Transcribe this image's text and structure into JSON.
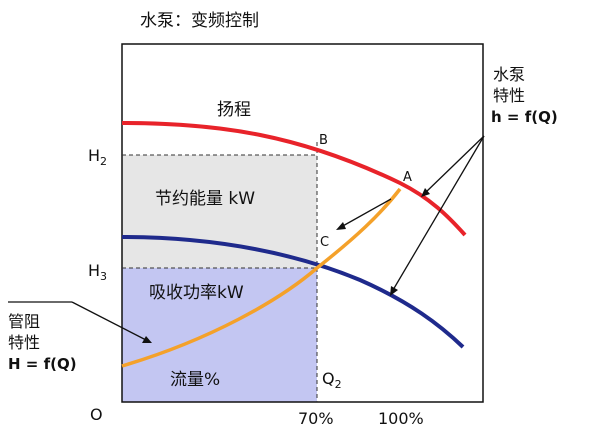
{
  "title": "水泵：变频控制",
  "labels": {
    "head": "扬程",
    "saved_energy": "节约能量 kW",
    "absorbed_power": "吸收功率kW",
    "flow": "流量%",
    "h2_main": "H",
    "h2_sub": "2",
    "h3_main": "H",
    "h3_sub": "3",
    "q2_main": "Q",
    "q2_sub": "2",
    "origin": "O",
    "pct70": "70%",
    "pct100": "100%",
    "point_a": "A",
    "point_b": "B",
    "point_c": "C"
  },
  "pump_characteristic": {
    "line1": "水泵",
    "line2": "特性",
    "line3": "h = f(Q)"
  },
  "pipe_characteristic": {
    "line1": "管阻",
    "line2": "特性",
    "line3": "H = f(Q)"
  },
  "colors": {
    "pump_curve_full": "#e8232a",
    "pump_curve_reduced": "#1f2a8c",
    "pipe_curve": "#f4a12a",
    "saved_area": "#e6e6e6",
    "power_area": "#c3c6f2",
    "frame": "#111111"
  }
}
